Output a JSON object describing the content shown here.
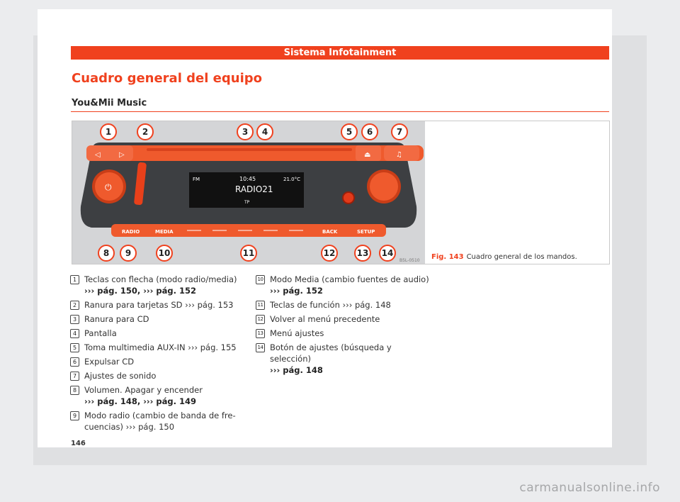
{
  "header": {
    "banner": "Sistema Infotainment"
  },
  "section": {
    "title": "Cuadro general del equipo",
    "subtitle": "You&Mii Music"
  },
  "figure": {
    "label": "Fig. 143",
    "caption": "Cuadro general de los mandos.",
    "code": "B5L-0510",
    "display": {
      "mode": "FM",
      "time": "10:45",
      "temp": "21.0°C",
      "station": "RADIO21",
      "tp": "TP"
    },
    "buttons": {
      "radio": "RADIO",
      "media": "MEDIA",
      "back": "BACK",
      "setup": "SETUP"
    },
    "callouts": [
      "1",
      "2",
      "3",
      "4",
      "5",
      "6",
      "7",
      "8",
      "9",
      "10",
      "11",
      "12",
      "13",
      "14"
    ]
  },
  "legend_col1": [
    {
      "n": "1",
      "text": "Teclas con flecha (modo radio/media)",
      "ref": "››› pág. 150, ››› pág. 152"
    },
    {
      "n": "2",
      "text": "Ranura para tarjetas SD ››› pág. 153",
      "ref": ""
    },
    {
      "n": "3",
      "text": "Ranura para CD",
      "ref": ""
    },
    {
      "n": "4",
      "text": "Pantalla",
      "ref": ""
    },
    {
      "n": "5",
      "text": "Toma multimedia AUX-IN ››› pág. 155",
      "ref": ""
    },
    {
      "n": "6",
      "text": "Expulsar CD",
      "ref": ""
    },
    {
      "n": "7",
      "text": "Ajustes de sonido",
      "ref": ""
    },
    {
      "n": "8",
      "text": "Volumen. Apagar y encender",
      "ref": "››› pág. 148, ››› pág. 149"
    },
    {
      "n": "9",
      "text": "Modo radio (cambio de banda de fre-cuencias) ››› pág. 150",
      "ref": ""
    }
  ],
  "legend_col2": [
    {
      "n": "10",
      "text": "Modo Media (cambio fuentes de audio)",
      "ref": "››› pág. 152"
    },
    {
      "n": "11",
      "text": "Teclas de función ››› pág. 148",
      "ref": ""
    },
    {
      "n": "12",
      "text": "Volver al menú precedente",
      "ref": ""
    },
    {
      "n": "13",
      "text": "Menú ajustes",
      "ref": ""
    },
    {
      "n": "14",
      "text": "Botón de ajustes (búsqueda y selección)",
      "ref": "››› pág. 148"
    }
  ],
  "page_number": "146",
  "watermark": "carmanualsonline.info",
  "colors": {
    "accent": "#f0411e",
    "panel": "#3d3f42",
    "orange": "#ef5a2d"
  }
}
